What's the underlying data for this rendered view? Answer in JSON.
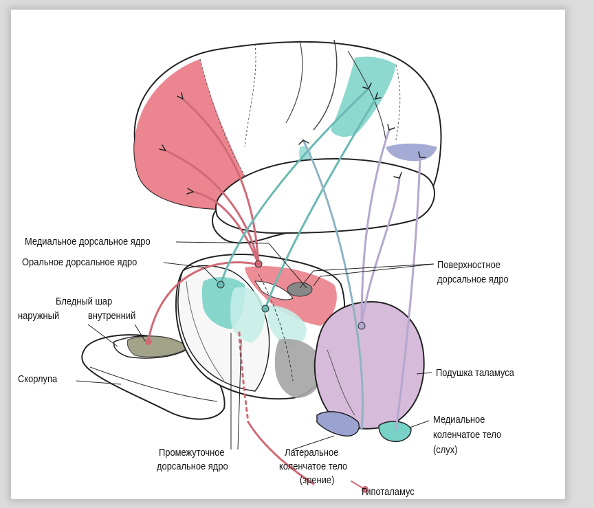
{
  "labels": {
    "medial_dorsal": "Медиальное дорсальное ядро",
    "oral_dorsal": "Оральное дорсальное ядро",
    "globus_pallidus": "Бледный шар",
    "gp_external": "наружный",
    "gp_internal": "внутренний",
    "putamen": "Скорлупа",
    "intermediate_dorsal_1": "Промежуточное",
    "intermediate_dorsal_2": "дорсальное ядро",
    "lateral_geniculate_1": "Латеральное",
    "lateral_geniculate_2": "коленчатое тело",
    "lateral_geniculate_3": "(зрение)",
    "hypothalamus": "Гипоталамус",
    "superficial_dorsal_1": "Поверхностное",
    "superficial_dorsal_2": "дорсальное ядро",
    "pulvinar": "Подушка таламуса",
    "medial_geniculate_1": "Медиальное",
    "medial_geniculate_2": "коленчатое тело",
    "medial_geniculate_3": "(слух)"
  },
  "colors": {
    "frontal_region": "#ea7f8a",
    "teal_region": "#79d2c7",
    "blue_region": "#9aa2d0",
    "pulvinar_region": "#d7bbdb",
    "gray_region": "#a4a4a4",
    "pallidum_internal": "#9a9a7e",
    "fiber_red": "#d06a76",
    "fiber_teal": "#6ab9b2",
    "fiber_lilac": "#b5a8cf"
  }
}
